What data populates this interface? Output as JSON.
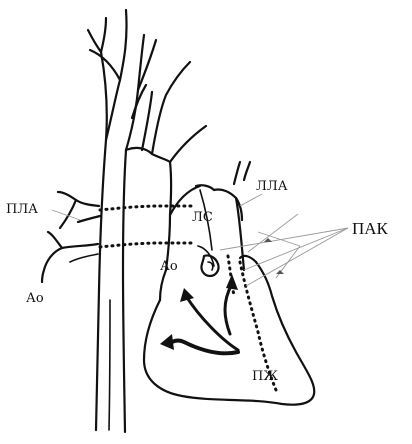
{
  "labels": {
    "pla": "ПЛА",
    "lla": "ЛЛА",
    "ls": "ЛС",
    "ao_main": "Ао",
    "ao_left": "Ао",
    "pak": "ПАК",
    "pzh": "ПЖ"
  }
}
